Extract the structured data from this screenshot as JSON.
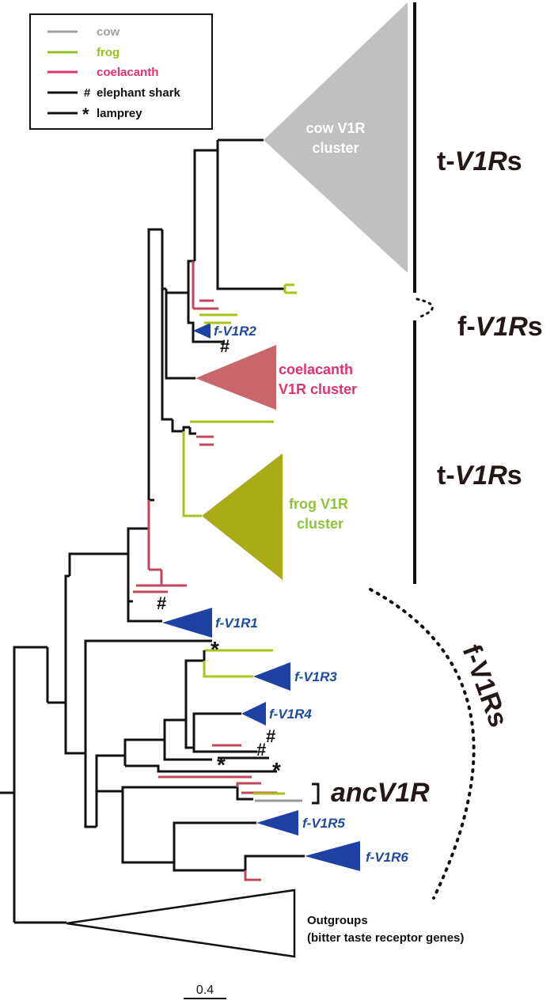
{
  "legend": {
    "items": [
      {
        "label": "cow",
        "color": "#a0a0a0",
        "marker": ""
      },
      {
        "label": "frog",
        "color": "#94c11f",
        "marker": ""
      },
      {
        "label": "coelacanth",
        "color": "#e0336b",
        "marker": ""
      },
      {
        "label": "elephant shark",
        "color": "#111111",
        "marker": "#"
      },
      {
        "label": "lamprey",
        "color": "#111111",
        "marker": "*"
      }
    ]
  },
  "clusters": {
    "cow": {
      "line1": "cow V1R",
      "line2": "cluster",
      "color": "#c0c0c0"
    },
    "coelacanth": {
      "line1": "coelacanth",
      "line2": "V1R cluster",
      "color": "#c7666b"
    },
    "frog": {
      "line1": "frog V1R",
      "line2": "cluster",
      "color": "#a9ab16"
    },
    "outgroups": {
      "line1": "Outgroups",
      "line2": "(bitter taste receptor genes)"
    }
  },
  "gene_labels": {
    "fv1r1": "f-V1R1",
    "fv1r2": "f-V1R2",
    "fv1r3": "f-V1R3",
    "fv1r4": "f-V1R4",
    "fv1r5": "f-V1R5",
    "fv1r6": "f-V1R6",
    "color": "#1f4aa0"
  },
  "groups": {
    "t_prefix": "t-",
    "f_prefix": "f-",
    "v1r": "V1R",
    "s": "s",
    "v1rs_plain": "V1Rs",
    "anc": "ancV1R"
  },
  "markers": {
    "shark": "#",
    "lamprey": "*"
  },
  "scale": {
    "label": "0.4"
  }
}
